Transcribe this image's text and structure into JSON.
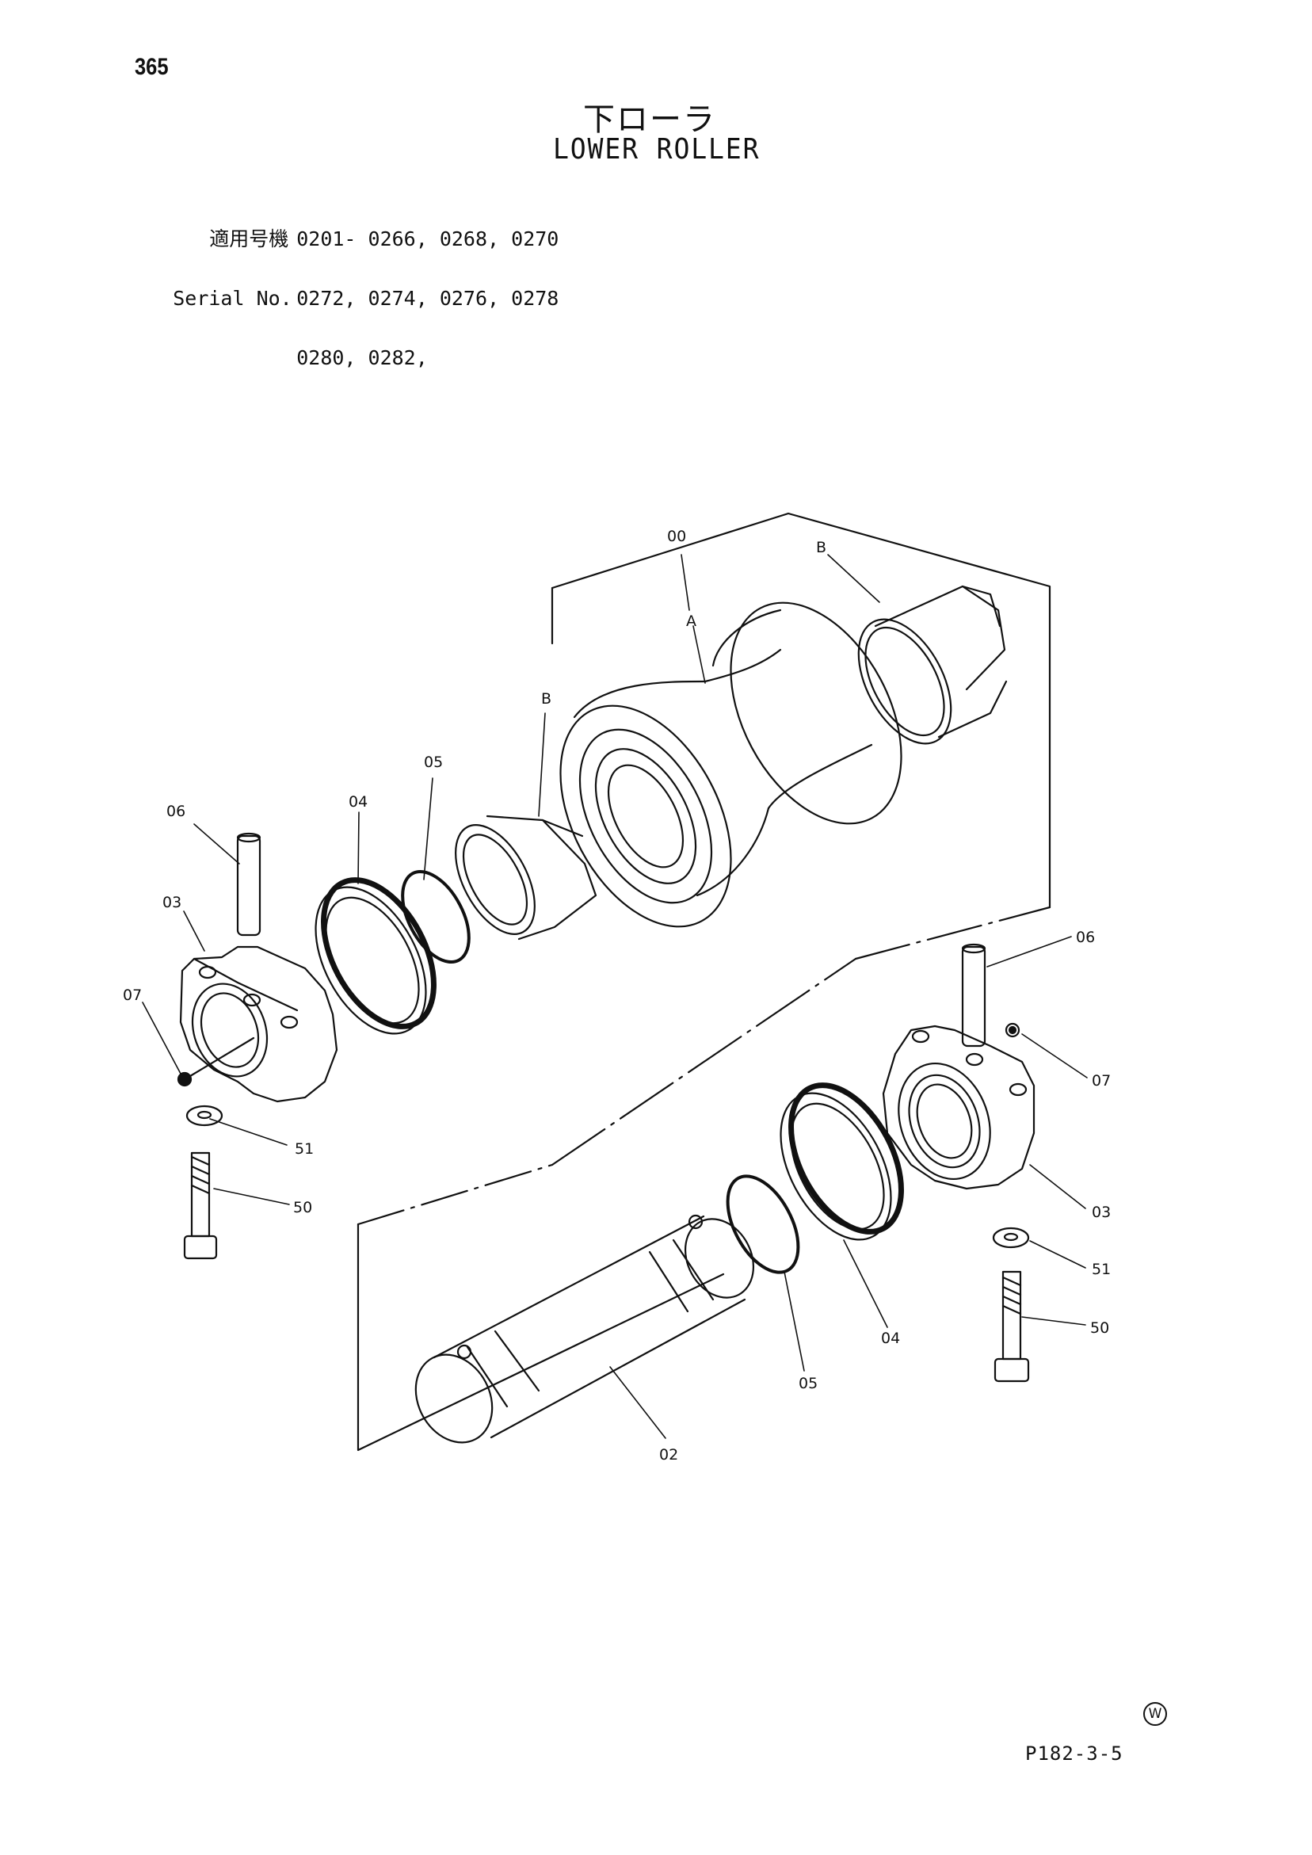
{
  "page": {
    "page_number": "365",
    "title_ja": "下ローラ",
    "title_en": "LOWER ROLLER"
  },
  "serial": {
    "rows": [
      {
        "label": "適用号機",
        "values": "0201- 0266, 0268, 0270"
      },
      {
        "label": "Serial No.",
        "values": "0272, 0274, 0276, 0278"
      },
      {
        "label": "",
        "values": "0280, 0282,"
      }
    ]
  },
  "callouts": {
    "assembly": "00",
    "roller": "A",
    "bushing_left": "B",
    "bushing_right": "B",
    "shaft": "02",
    "collar_left": "03",
    "collar_right": "03",
    "seal_left": "04",
    "seal_right": "04",
    "oring_left": "05",
    "oring_right": "05",
    "pin_left": "06",
    "pin_right": "06",
    "plug_left": "07",
    "plug_right": "07",
    "bolt_left": "50",
    "bolt_right": "50",
    "washer_left": "51",
    "washer_right": "51"
  },
  "footer": {
    "mark": "W",
    "doc_code": "P182-3-5"
  }
}
